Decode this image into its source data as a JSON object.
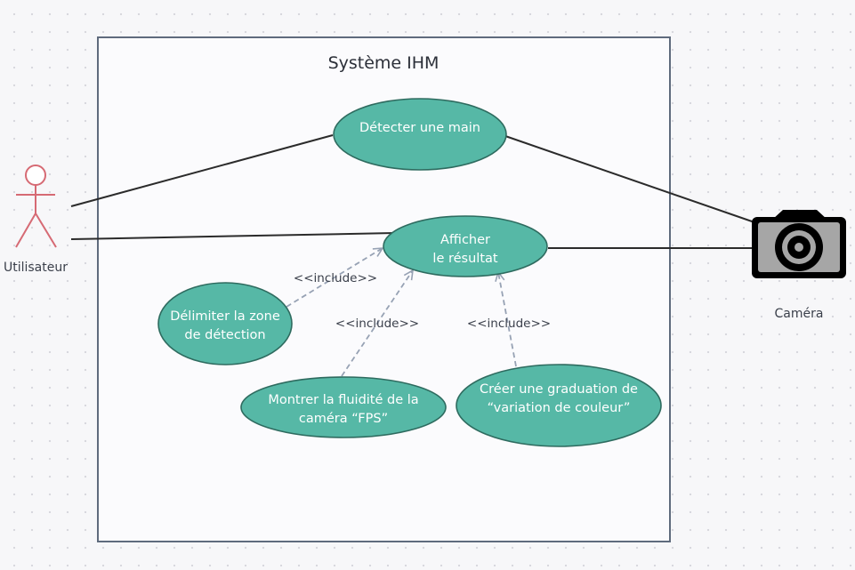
{
  "system": {
    "title": "Système IHM"
  },
  "actors": {
    "user": {
      "label": "Utilisateur"
    },
    "camera": {
      "label": "Caméra",
      "icon": "camera-icon"
    }
  },
  "use_cases": {
    "detect_hand": {
      "lines": [
        "Détecter une main"
      ]
    },
    "show_result": {
      "lines": [
        "Afficher",
        "le résultat"
      ]
    },
    "delimit_zone": {
      "lines": [
        "Délimiter la zone",
        "de détection"
      ]
    },
    "show_fps": {
      "lines": [
        "Montrer la fluidité de la",
        "caméra “FPS”"
      ]
    },
    "color_gradation": {
      "lines": [
        "Créer une graduation de",
        "“variation de couleur”"
      ]
    }
  },
  "relations": {
    "include_label": "<<include>>"
  },
  "colors": {
    "use_case_fill": "#56b8a6",
    "use_case_stroke": "#2e6b5f",
    "actor_stroke": "#d66a74",
    "include_arrow": "#97a2b4",
    "association_line": "#2b2b2b",
    "system_border": "#5f6b7d"
  }
}
